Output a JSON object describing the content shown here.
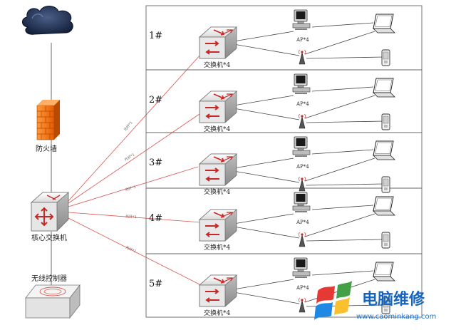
{
  "colors": {
    "core_link": "#d9534f",
    "floor_line": "#555555",
    "frame": "#666666",
    "switch_arrow": "#c62828",
    "firewall": "#f57c00",
    "brand_blue": "#1565c0"
  },
  "labels": {
    "firewall": "防火墙",
    "core_switch": "核心交换机",
    "wireless_controller": "无线控制器",
    "fiber_link": "光纤*1"
  },
  "floors": [
    {
      "number": "1#",
      "switch_label": "交换机*4",
      "ap_label": "AP*4"
    },
    {
      "number": "2#",
      "switch_label": "交换机*4",
      "ap_label": "AP*4"
    },
    {
      "number": "3#",
      "switch_label": "交换机*4",
      "ap_label": "AP*4"
    },
    {
      "number": "4#",
      "switch_label": "交换机*4",
      "ap_label": "AP*4"
    },
    {
      "number": "5#",
      "switch_label": "交换机*4",
      "ap_label": "AP*4"
    }
  ],
  "watermark": {
    "title": "电脑维修",
    "url": "www.caominkang.com"
  },
  "icons": [
    "cloud-icon",
    "firewall-icon",
    "core-switch-icon",
    "wireless-controller-icon",
    "switch-icon",
    "desktop-pc-icon",
    "laptop-icon",
    "access-point-icon",
    "phone-icon",
    "windows-logo-icon"
  ]
}
